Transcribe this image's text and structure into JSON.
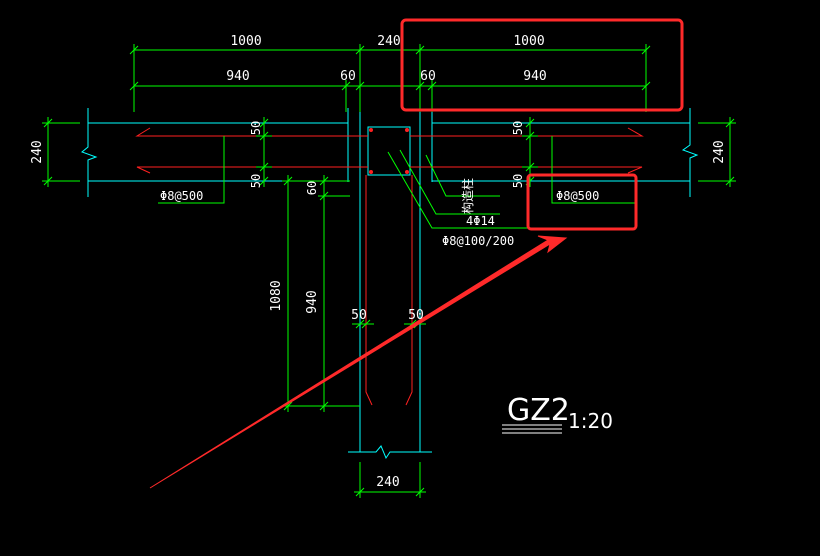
{
  "colors": {
    "background": "#000000",
    "wall": "#00ffff",
    "dimension": "#00ff00",
    "rebar": "#ff2020",
    "text": "#ffffff",
    "highlight": "#ff2a2a"
  },
  "dimensions": {
    "top_left_total": "1000",
    "top_column": "240",
    "top_right_total": "1000",
    "left_940": "940",
    "left_60": "60",
    "right_60": "60",
    "right_940": "940",
    "left_wall_thickness": "240",
    "right_wall_thickness": "240",
    "bottom_wall_thickness": "240",
    "stem_total": "1080",
    "stem_940": "940",
    "stem_60": "60",
    "stem_50_left": "50",
    "stem_50_right": "50",
    "cover_top_left": "50",
    "cover_bottom_left": "50",
    "cover_top_right": "50",
    "cover_bottom_right": "50"
  },
  "rebar_notes": {
    "left_tie": "Φ8@500",
    "right_tie": "Φ8@500",
    "column_label": "构造柱",
    "main_bars": "4Φ14",
    "stirrups": "Φ8@100/200"
  },
  "title": {
    "name": "GZ2",
    "scale": "1:20"
  }
}
